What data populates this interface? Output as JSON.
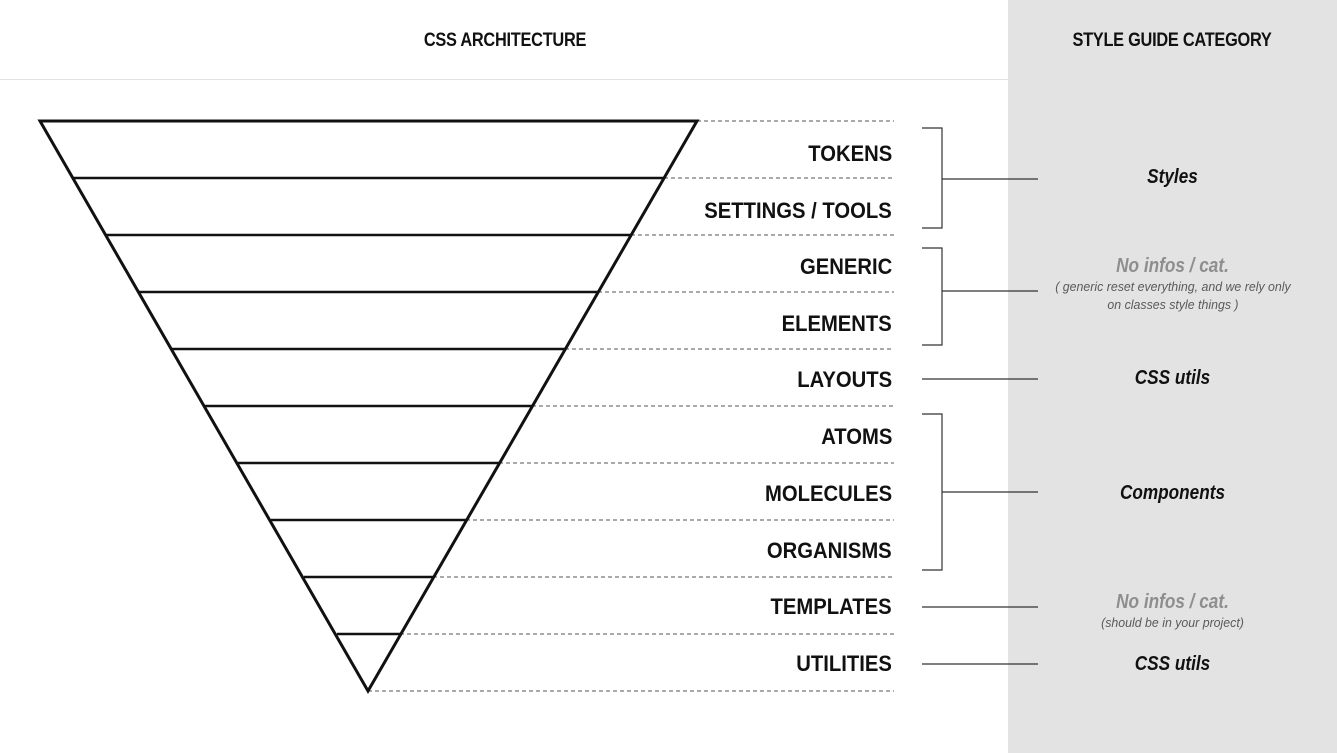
{
  "header": {
    "left_title": "CSS ARCHITECTURE",
    "right_title": "STYLE GUIDE CATEGORY"
  },
  "layers": [
    {
      "label": "TOKENS"
    },
    {
      "label": "SETTINGS / TOOLS"
    },
    {
      "label": "GENERIC"
    },
    {
      "label": "ELEMENTS"
    },
    {
      "label": "LAYOUTS"
    },
    {
      "label": "ATOMS"
    },
    {
      "label": "MOLECULES"
    },
    {
      "label": "ORGANISMS"
    },
    {
      "label": "TEMPLATES"
    },
    {
      "label": "UTILITIES"
    }
  ],
  "categories": [
    {
      "name": "Styles",
      "note": ""
    },
    {
      "name": "No infos / cat.",
      "note": "( generic reset everything, and we rely only on classes style things )"
    },
    {
      "name": "CSS utils",
      "note": ""
    },
    {
      "name": "Components",
      "note": ""
    },
    {
      "name": "No infos / cat.",
      "note": "(should be in your project)"
    },
    {
      "name": "CSS utils",
      "note": ""
    }
  ],
  "colors": {
    "category_panel": "#e3e3e3",
    "muted_category": "#8e8e8e"
  }
}
